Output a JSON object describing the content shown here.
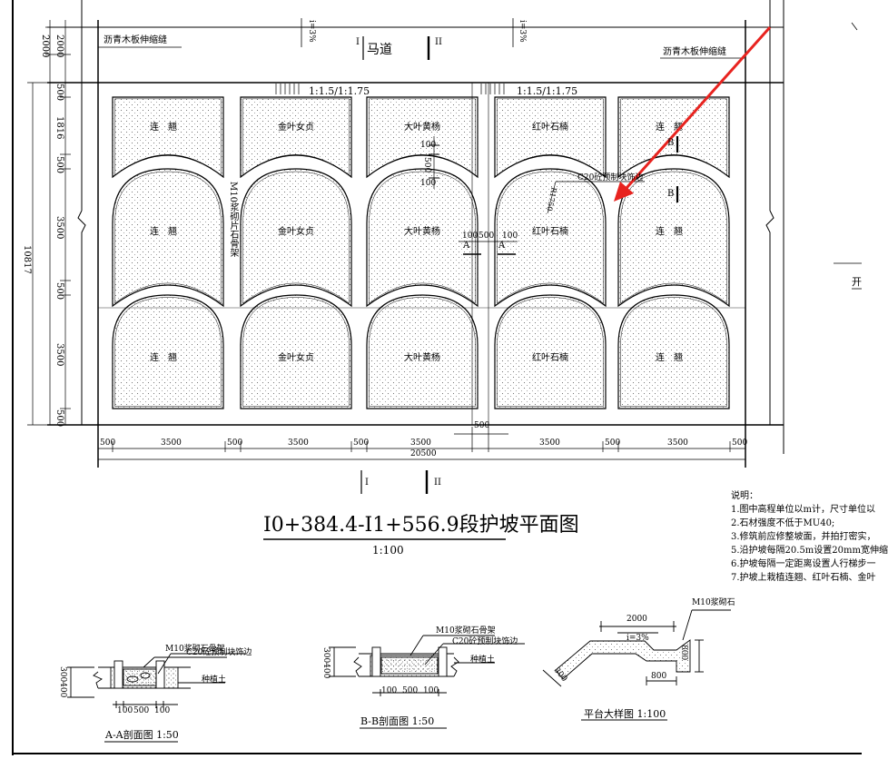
{
  "plan": {
    "road_label": "马道",
    "joint_left": "沥青木板伸缩缝",
    "joint_right": "沥青木板伸缩缝",
    "slope_marks": [
      "i=3%",
      "i=3%"
    ],
    "ratio_left": "1:1.5/1:1.75",
    "ratio_right": "1:1.5/1:1.75",
    "section_marks": [
      "I",
      "II",
      "I",
      "II",
      "A",
      "A",
      "B",
      "B"
    ],
    "skeleton_label": "M10浆砌片石骨架",
    "edge_label": "C20砼预制块饰边",
    "radius_label": "R1750",
    "plants_row1": [
      "连翘",
      "金叶女贞",
      "大叶黄杨",
      "红叶石楠",
      "连翘"
    ],
    "plants_row2": [
      "连翘",
      "金叶女贞",
      "大叶黄杨",
      "红叶石楠",
      "连翘"
    ],
    "plants_row3": [
      "连翘",
      "金叶女贞",
      "大叶黄杨",
      "红叶石楠",
      "连翘"
    ],
    "dims_left": [
      "2000",
      "2000",
      "500",
      "1816",
      "500",
      "3500",
      "500",
      "3500",
      "500"
    ],
    "dim_total_height": "10817",
    "dims_bottom": [
      "500",
      "3500",
      "500",
      "3500",
      "500",
      "3500",
      "500",
      "3500",
      "500",
      "3500",
      "500"
    ],
    "dim_total_width": "20500",
    "dims_inner": [
      "100",
      "500",
      "100",
      "100",
      "500",
      "100"
    ],
    "dim_gap_top": "500"
  },
  "title": {
    "main": "I0+384.4-I1+556.9段护坡平面图",
    "scale": "1:100"
  },
  "notes": {
    "heading": "说明：",
    "items": [
      "1.图中高程单位以m计，尺寸单位以",
      "2.石材强度不低于MU40;",
      "3.修筑前应修整坡面，并拍打密实，",
      "5.沿护坡每隔20.5m设置20mm宽伸缩",
      "6.护坡每隔一定距离设置人行梯步一",
      "7.护坡上栽植连翘、红叶石楠、金叶"
    ]
  },
  "side_label": "开",
  "section_aa": {
    "label1": "M10浆砌石骨架",
    "label2": "C20砼预制块饰边",
    "label3": "种植土",
    "dims": [
      "100",
      "500",
      "100"
    ],
    "dim_v": "300400",
    "caption": "A-A剖面图 1:50"
  },
  "section_bb": {
    "label1": "M10浆砌石骨架",
    "label2": "C20砼预制块饰边",
    "label3": "种植土",
    "dims": [
      "100",
      "500",
      "100"
    ],
    "dim_v": "300400",
    "caption": "B-B剖面图 1:50"
  },
  "platform": {
    "label1": "M10浆砌石",
    "dim_top": "2000",
    "slope": "i=3%",
    "dim_bottom": "800",
    "dim_side": "800",
    "dim_left": "300",
    "caption": "平台大样图 1:100"
  },
  "colors": {
    "annotation_arrow": "#e8231f",
    "line": "#000000"
  }
}
